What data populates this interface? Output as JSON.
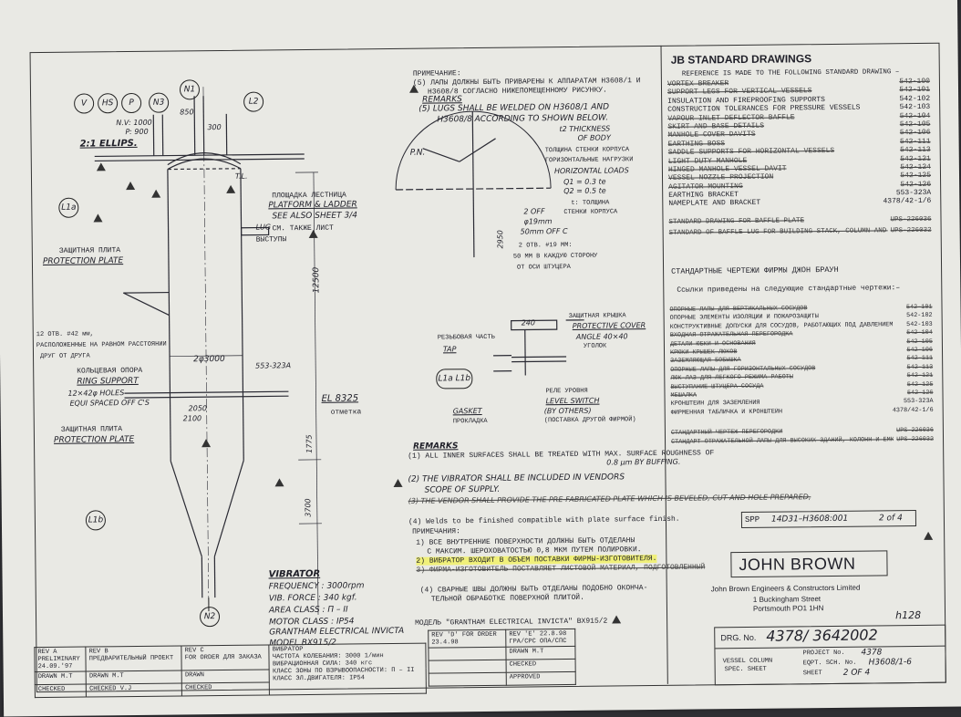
{
  "right_panel": {
    "title": "JB STANDARD DRAWINGS",
    "intro": "REFERENCE IS MADE TO THE FOLLOWING STANDARD DRAWING –",
    "std_list": [
      {
        "label": "VORTEX BREAKER",
        "code": "542-100",
        "struck": true
      },
      {
        "label": "SUPPORT LEGS FOR VERTICAL VESSELS",
        "code": "542-101",
        "struck": true
      },
      {
        "label": "INSULATION AND FIREPROOFING SUPPORTS",
        "code": "542-102",
        "struck": false
      },
      {
        "label": "CONSTRUCTION TOLERANCES FOR PRESSURE VESSELS",
        "code": "542-103",
        "struck": false
      },
      {
        "label": "VAPOUR INLET DEFLECTOR BAFFLE",
        "code": "542-104",
        "struck": true
      },
      {
        "label": "SKIRT AND BASE DETAILS",
        "code": "542-105",
        "struck": true
      },
      {
        "label": "MANHOLE COVER DAVITS",
        "code": "542-106",
        "struck": true
      },
      {
        "label": "EARTHING BOSS",
        "code": "542-111",
        "struck": true
      },
      {
        "label": "SADDLE SUPPORTS FOR HORIZONTAL VESSELS",
        "code": "542-113",
        "struck": true
      },
      {
        "label": "LIGHT DUTY MANHOLE",
        "code": "542-121",
        "struck": true
      },
      {
        "label": "HINGED MANHOLE VESSEL DAVIT",
        "code": "542-124",
        "struck": true
      },
      {
        "label": "VESSEL NOZZLE PROJECTION",
        "code": "542-125",
        "struck": true
      },
      {
        "label": "AGITATOR MOUNTING",
        "code": "542-126",
        "struck": true
      },
      {
        "label": "EARTHING BRACKET",
        "code": "553-323A",
        "struck": false
      },
      {
        "label": "NAMEPLATE AND BRACKET",
        "code": "4378/42-1/6",
        "struck": false
      }
    ],
    "ups_list": [
      {
        "label": "STANDARD DRAWING FOR BAFFLE PLATE",
        "code": "UPS-226036"
      },
      {
        "label": "STANDARD OF BAFFLE LUG FOR BUILDING STACK, COLUMN AND TANK",
        "code": "UPS-226032"
      }
    ],
    "ru_title": "СТАНДАРТНЫЕ ЧЕРТЕЖИ ФИРМЫ ДЖОН БРАУН",
    "ru_intro": "Ссылки приведены на следующие стандартные чертежи:–",
    "ru_list": [
      {
        "label": "ОПОРНЫЕ ЛАПЫ ДЛЯ ВЕРТИКАЛЬНЫХ СОСУДОВ",
        "code": "542-101",
        "struck": true
      },
      {
        "label": "ОПОРНЫЕ ЭЛЕМЕНТЫ ИЗОЛЯЦИИ И ПОЖАРОЗАЩИТЫ",
        "code": "542-102",
        "struck": false
      },
      {
        "label": "КОНСТРУКТИВНЫЕ ДОПУСКИ ДЛЯ СОСУДОВ, РАБОТАЮЩИХ ПОД ДАВЛЕНИЕМ",
        "code": "542-103",
        "struck": false
      },
      {
        "label": "ВХОДНАЯ ОТРАЖАТЕЛЬНАЯ ПЕРЕГОРОДКА",
        "code": "542-104",
        "struck": true
      },
      {
        "label": "ДЕТАЛИ ЮБКИ И ОСНОВАНИЯ",
        "code": "542-105",
        "struck": true
      },
      {
        "label": "КРЮКИ КРЫШЕК ЛЮКОВ",
        "code": "542-106",
        "struck": true
      },
      {
        "label": "ЗАЗЕМЛЯЮЩАЯ БОБЫШКА",
        "code": "542-111",
        "struck": true
      },
      {
        "label": "ОПОРНЫЕ ЛАПЫ ДЛЯ ГОРИЗОНТАЛЬНЫХ СОСУДОВ",
        "code": "542-113",
        "struck": true
      },
      {
        "label": "ЛЮК-ЛАЗ ДЛЯ ЛЕГКОГО РЕЖИМА РАБОТЫ",
        "code": "542-121",
        "struck": true
      },
      {
        "label": "ВЫСТУПАНИЕ ШТУЦЕРА СОСУДА",
        "code": "542-125",
        "struck": true
      },
      {
        "label": "МЕШАЛКА",
        "code": "542-126",
        "struck": true
      },
      {
        "label": "КРОНШТЕЙН ДЛЯ ЗАЗЕМЛЕНИЯ",
        "code": "553-323A",
        "struck": false
      },
      {
        "label": "ФИРМЕННАЯ ТАБЛИЧКА И КРОНШТЕЙН",
        "code": "4378/42-1/6",
        "struck": false
      }
    ],
    "ru_ups": [
      {
        "label": "СТАНДАРТНЫЙ ЧЕРТЕЖ ПЕРЕГОРОДКИ",
        "code": "UPS-226036"
      },
      {
        "label": "СТАНДАРТ ОТРАЖАТЕЛЬНОЙ ЛАПЫ ДЛЯ ВЫСОКИХ ЗДАНИЙ, КОЛОНН И ЕМКОСТЕЙ",
        "code": "UPS-226032"
      }
    ],
    "spp": {
      "label": "SPP",
      "number": "14D31–H3608:001",
      "sheet": "2 of 4"
    },
    "logo": "JOHN BROWN",
    "company": "John Brown Engineers & Constructors Limited",
    "address1": "1 Buckingham Street",
    "address2": "Portsmouth PO1 1HN",
    "handnote": "h128"
  },
  "title_block": {
    "drg_label": "DRG. No.",
    "drg_number": "4378/ 3642002",
    "vessel_label": "VESSEL COLUMN",
    "spec_label": "SPEC. SHEET",
    "project_label": "PROJECT No.",
    "project_value": "4378",
    "eqpt_label": "EQPT. SCH. No.",
    "eqpt_value": "H3608/1-6",
    "sheet_label": "SHEET",
    "sheet_value": "2 OF 4"
  },
  "rev_table": {
    "rev_a_label": "REV A",
    "rev_a_note": "PRELIMINARY",
    "rev_a_date": "24.09.'97",
    "rev_b_label": "REV B",
    "rev_b_note": "ПРЕДВАРИТЕЛЬНЫЙ ПРОЕКТ",
    "rev_c_label": "REV C",
    "rev_c_note": "FOR ORDER ДЛЯ ЗАКАЗА",
    "rev_d_label": "REV 'D' FOR ORDER",
    "rev_d_date": "23.4.98",
    "rev_e_label": "REV 'E' 22.8.98",
    "rev_e_note": "ГРА/СРС ОПА/СПС",
    "drawn_label": "DRAWN",
    "drawn_value": "M.T",
    "checked_label": "CHECKED",
    "checked_value": "V.J",
    "approved_label": "APPROVED"
  },
  "vibrator": {
    "title": "VIBRATOR",
    "ru_title": "ВИБРАТОР",
    "frequency": "FREQUENCY : 3000rpm",
    "force": "VIB. FORCE : 340 kgf.",
    "area": "AREA CLASS : П – II",
    "motor": "MOTOR CLASS : IP54",
    "grantham": "GRANTHAM ELECTRICAL INVICTA",
    "model": "MODEL  BX915/2",
    "ru_freq": "ЧАСТОТА КОЛЕБАНИЯ: 3000 1/мин",
    "ru_force": "ВИБРАЦИОННАЯ СИЛА: 340 кгс",
    "ru_area": "КЛАСС ЗОНЫ ПО ВЗРЫВООПАСНОСТИ: П – II",
    "ru_motor": "КЛАСС ЭЛ.ДВИГАТЕЛЯ: IP54",
    "ru_model": "МОДЕЛЬ \"GRANTHAM ELECTRICAL INVICTA\"  BX915/2"
  },
  "remarks_top": {
    "ru_head": "ПРИМЕЧАНИЕ:",
    "ru_line1": "(5) ЛАПЫ ДОЛЖНЫ БЫТЬ ПРИВАРЕНЫ К АППАРАТАМ H3608/1 И",
    "ru_line2": "H3608/8 СОГЛАСНО НИЖЕПОМЕЩЕННОМУ РИСУНКУ.",
    "head": "REMARKS",
    "line1": "(5) LUGS SHALL BE WELDED ON H3608/1 AND",
    "line2": "H3608/8 ACCORDING TO SHOWN BELOW."
  },
  "remarks": {
    "head": "REMARKS",
    "r1": "(1) ALL INNER SURFACES SHALL BE TREATED WITH MAX. SURFACE ROUGHNESS OF",
    "r1b": "0.8 µm BY BUFFING.",
    "r2": "(2) THE VIBRATOR SHALL BE INCLUDED IN VENDORS",
    "r2b": "SCOPE OF SUPPLY.",
    "r3": "(3) THE VENDOR SHALL PROVIDE THE PRE-FABRICATED PLATE WHICH IS BEVELED, CUT AND HOLE PREPARED,",
    "r4": "(4) Welds to be finished compatible with plate surface finish.",
    "ru_head": "ПРИМЕЧАНИЯ:",
    "ru1": "1) ВСЕ ВНУТРЕННИЕ ПОВЕРХНОСТИ ДОЛЖНЫ БЫТЬ ОТДЕЛАНЫ",
    "ru1b": "С МАКСИМ. ШЕРОХОВАТОСТЬЮ 0,8 МКМ ПУТЕМ ПОЛИРОВКИ.",
    "ru2": "2) ВИБРАТОР ВХОДИТ В ОБЪЕМ ПОСТАВКИ ФИРМЫ-ИЗГОТОВИТЕЛЯ.",
    "ru3": "3) ФИРМА-ИЗГОТОВИТЕЛЬ ПОСТАВЛЯЕТ ЛИСТОВОЙ МАТЕРИАЛ, ПОДГОТОВЛЕННЫЙ",
    "ru4": "(4) СВАРНЫЕ ШВЫ ДОЛЖНЫ БЫТЬ ОТДЕЛАНЫ ПОДОБНО ОКОНЧА-",
    "ru4b": "ТЕЛЬНОЙ ОБРАБОТКЕ ПОВЕРХНОЙ ПЛИТОЙ."
  },
  "drawing_labels": {
    "nozzles": [
      "V",
      "HS",
      "P",
      "N3",
      "N1",
      "L2"
    ],
    "n2": "N2",
    "l1a": "L1a",
    "l1b": "L1b",
    "l1a_l1b": "L1a L1b",
    "ellips": "2:1 ELLIPS.",
    "nv": "N.V: 1000",
    "p": "P: 900",
    "tl": "T.L.",
    "platform_ru": "ПЛОЩАДКА  ЛЕСТНИЦА",
    "platform": "PLATFORM & LADDER",
    "see_also": "SEE ALSO SHEET 3/4",
    "see_also_ru": "СМ. ТАКЖЕ ЛИСТ",
    "lug": "LUG",
    "lug_ru": "ВЫСТУПЫ",
    "protect_ru1": "ЗАЩИТНАЯ ПЛИТА",
    "protect1": "PROTECTION PLATE",
    "holes_ru1": "12 ОТВ. #42 мм,",
    "holes_ru2": "РАСПОЛОЖЕННЫЕ НА РАВНОМ РАССТОЯНИИ",
    "holes_ru3": "ДРУГ ОТ ДРУГА",
    "ring_ru": "КОЛЬЦЕВАЯ ОПОРА",
    "ring": "RING SUPPORT",
    "holes1": "12×42φ HOLES",
    "holes2": "EQUI SPACED OFF C'S",
    "protect_ru2": "ЗАЩИТНАЯ ПЛИТА",
    "protect2": "PROTECTION PLATE",
    "el": "EL 8325",
    "el_ru": "отметка",
    "dim_3000": "2φ3000",
    "dim_12500": "12500",
    "dim_1775": "1775",
    "dim_3700": "3700",
    "dim_2050": "2050",
    "dim_2100": "2100",
    "ref_553": "553-323A",
    "pn": "P.N.",
    "thickness": "t2 THICKNESS",
    "thickness2": "OF BODY",
    "thick_ru1": "ТОЛЩИНА СТЕНКИ КОРПУСА",
    "thick_ru2": "ГОРИЗОНТАЛЬНЫЕ НАГРУЗКИ",
    "horiz": "HORIZONTAL LOADS",
    "q1": "Q1 = 0.3 te",
    "q2": "Q2 = 0.5 te",
    "tt": "t: ТОЛЩИНА",
    "tt2": "СТЕНКИ КОРПУСА",
    "off": "2 OFF",
    "dia": "φ19mm",
    "dia2": "50mm OFF C",
    "otv": "2 ОТВ. #19 ММ:",
    "otv2": "50 ММ В КАЖДУЮ СТОРОНУ",
    "otv3": "ОТ ОСИ ШТУЦЕРА",
    "cover_ru": "ЗАЩИТНАЯ КРЫШКА",
    "cover": "PROTECTIVE COVER",
    "angle": "ANGLE 40×40",
    "angle_ru": "УГОЛОК",
    "tap_ru": "РЕЗЬБОВАЯ ЧАСТЬ",
    "tap": "TAP",
    "level_ru": "РЕЛЕ УРОВНЯ",
    "level": "LEVEL SWITCH",
    "others": "(BY OTHERS)",
    "others_ru": "(ПОСТАВКА ДРУГОЙ ФИРМОЙ)",
    "gasket": "GASKET",
    "gasket_ru": "ПРОКЛАДКА",
    "d300": "300",
    "d850": "850",
    "d2950": "2950",
    "d240": "240"
  }
}
